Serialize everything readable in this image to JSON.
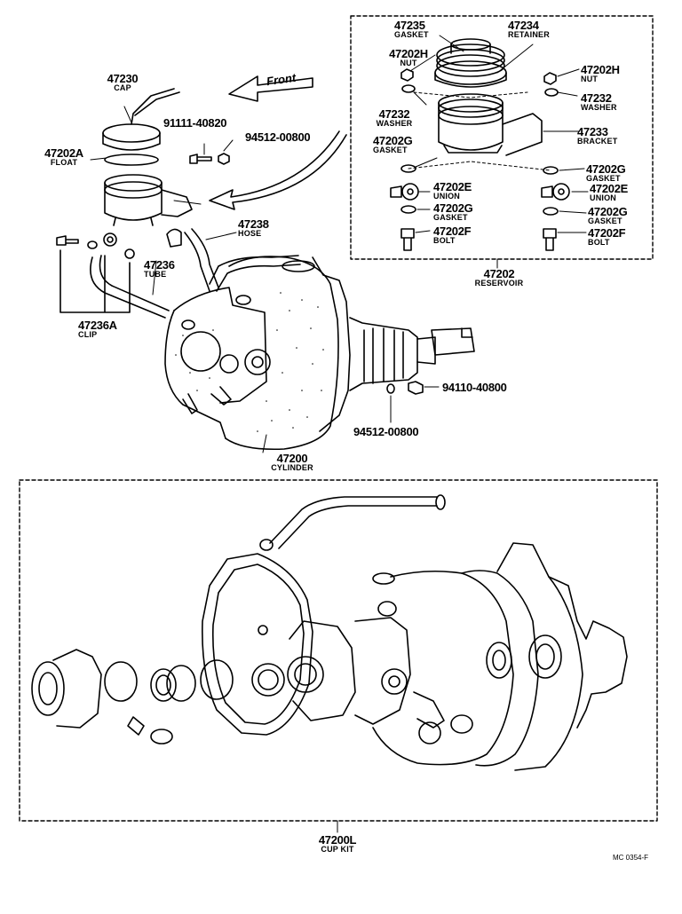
{
  "callouts": {
    "c47230": {
      "part": "47230",
      "name": "CAP"
    },
    "c47202A": {
      "part": "47202A",
      "name": "FLOAT"
    },
    "c91111": {
      "part": "91111-40820"
    },
    "c94512a": {
      "part": "94512-00800"
    },
    "c47238": {
      "part": "47238",
      "name": "HOSE"
    },
    "c47236": {
      "part": "47236",
      "name": "TUBE"
    },
    "c47236A": {
      "part": "47236A",
      "name": "CLIP"
    },
    "c47200": {
      "part": "47200",
      "name": "CYLINDER"
    },
    "c94110": {
      "part": "94110-40800"
    },
    "c94512b": {
      "part": "94512-00800"
    },
    "c47235": {
      "part": "47235",
      "name": "GASKET"
    },
    "c47234": {
      "part": "47234",
      "name": "RETAINER"
    },
    "c47202H_l": {
      "part": "47202H",
      "name": "NUT"
    },
    "c47202H_r": {
      "part": "47202H",
      "name": "NUT"
    },
    "c47232_l": {
      "part": "47232",
      "name": "WASHER"
    },
    "c47232_r": {
      "part": "47232",
      "name": "WASHER"
    },
    "c47233": {
      "part": "47233",
      "name": "BRACKET"
    },
    "c47202G_l": {
      "part": "47202G",
      "name": "GASKET"
    },
    "c47202G_r1": {
      "part": "47202G",
      "name": "GASKET"
    },
    "c47202E_l": {
      "part": "47202E",
      "name": "UNION"
    },
    "c47202E_r": {
      "part": "47202E",
      "name": "UNION"
    },
    "c47202G_l2": {
      "part": "47202G",
      "name": "GASKET"
    },
    "c47202G_r2": {
      "part": "47202G",
      "name": "GASKET"
    },
    "c47202F_l": {
      "part": "47202F",
      "name": "BOLT"
    },
    "c47202F_r": {
      "part": "47202F",
      "name": "BOLT"
    },
    "c47202": {
      "part": "47202",
      "name": "RESERVOIR"
    },
    "c47200L": {
      "part": "47200L",
      "name": "CUP KIT"
    }
  },
  "front_label": "Front",
  "drawing_code": "MC 0354-F"
}
